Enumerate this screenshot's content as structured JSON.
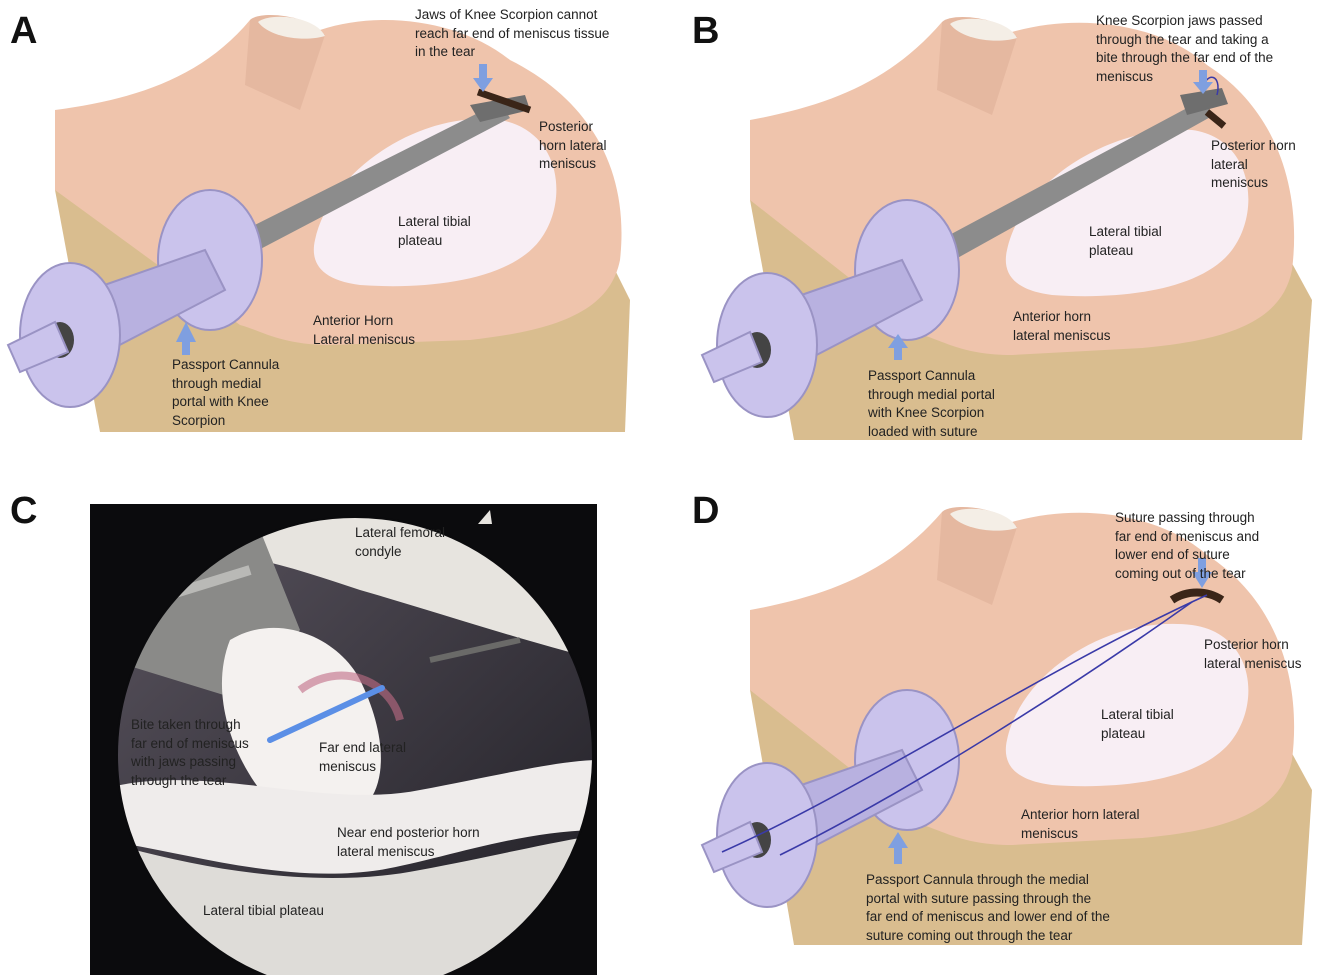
{
  "panels": {
    "A": {
      "letter": "A",
      "jaws_note": "Jaws of Knee Scorpion cannot\nreach far end of meniscus tissue\nin the tear",
      "posterior": "Posterior\nhorn lateral\nmeniscus",
      "plateau": "Lateral tibial\nplateau",
      "anterior": "Anterior Horn\nLateral meniscus",
      "cannula": "Passport Cannula\nthrough medial\nportal with Knee\nScorpion"
    },
    "B": {
      "letter": "B",
      "jaws_note": "Knee Scorpion jaws passed\nthrough the tear and taking a\nbite through the far end of the\nmeniscus",
      "posterior": "Posterior horn\nlateral\nmeniscus",
      "plateau": "Lateral tibial\nplateau",
      "anterior": "Anterior horn\nlateral meniscus",
      "cannula": "Passport Cannula\nthrough medial portal\nwith Knee Scorpion\nloaded with suture"
    },
    "C": {
      "letter": "C",
      "condyle": "Lateral femoral\ncondyle",
      "bite": "Bite taken through\nfar end of meniscus\nwith jaws passing\nthrough the tear",
      "far_end": "Far end lateral\nmeniscus",
      "near_end": "Near end posterior horn\nlateral meniscus",
      "plateau": "Lateral tibial plateau"
    },
    "D": {
      "letter": "D",
      "suture_note": "Suture passing through\nfar end of meniscus and\nlower end of suture\ncoming out of the tear",
      "posterior": "Posterior horn\nlateral meniscus",
      "plateau": "Lateral tibial\nplateau",
      "anterior": "Anterior horn lateral\nmeniscus",
      "cannula": "Passport Cannula through the medial\nportal with suture passing through the\nfar end of meniscus and lower end of the\nsuture coming out through the tear"
    }
  },
  "colors": {
    "bone": "#d9bd8f",
    "meniscus": "#efc4ac",
    "cartilage": "#f8eef4",
    "cannula": "#cac3ec",
    "instrument": "#8c8c8c",
    "arrow": "#7f9fe0",
    "suture": "#3a3aa8"
  }
}
